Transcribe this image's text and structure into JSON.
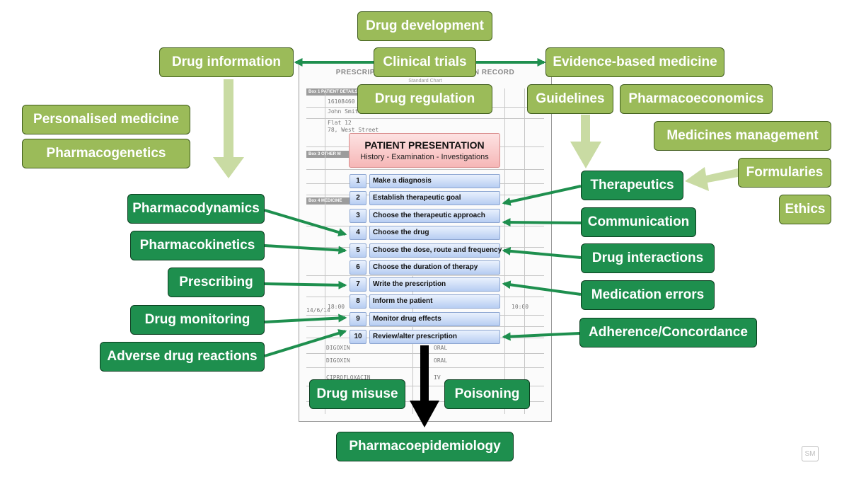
{
  "chart_background": {
    "title": "PRESCRIPTION AND ADMINISTRATION RECORD",
    "subtitle": "Standard Chart",
    "cells": [
      "Box 1  PATIENT DETAILS",
      "16108460",
      "John Smith",
      "Flat 12",
      "78, West Street",
      "Box 3  OTHER M",
      "Box 4  MEDICINE",
      "14/6/14",
      "DIGOXIN",
      "DIGOXIN",
      "CIPROFLOXACIN",
      "ORAL",
      "ORAL",
      "IV",
      "10:00",
      "18:00"
    ]
  },
  "center": {
    "presentation": {
      "title": "PATIENT PRESENTATION",
      "subtitle": "History - Examination - Investigations"
    },
    "steps": [
      {
        "num": "1",
        "label": "Make a diagnosis"
      },
      {
        "num": "2",
        "label": "Establish therapeutic goal"
      },
      {
        "num": "3",
        "label": "Choose the therapeutic approach"
      },
      {
        "num": "4",
        "label": "Choose the drug"
      },
      {
        "num": "5",
        "label": "Choose the dose, route and frequency"
      },
      {
        "num": "6",
        "label": "Choose the duration of therapy"
      },
      {
        "num": "7",
        "label": "Write the prescription"
      },
      {
        "num": "8",
        "label": "Inform the patient"
      },
      {
        "num": "9",
        "label": "Monitor drug effects"
      },
      {
        "num": "10",
        "label": "Review/alter prescription"
      }
    ]
  },
  "topics_light": [
    {
      "label": "Drug development"
    },
    {
      "label": "Clinical trials"
    },
    {
      "label": "Drug regulation"
    },
    {
      "label": "Drug information"
    },
    {
      "label": "Evidence-based medicine"
    },
    {
      "label": "Guidelines"
    },
    {
      "label": "Pharmacoeconomics"
    },
    {
      "label": "Medicines management"
    },
    {
      "label": "Formularies"
    },
    {
      "label": "Ethics"
    },
    {
      "label": "Personalised medicine"
    },
    {
      "label": "Pharmacogenetics"
    }
  ],
  "topics_dark": [
    {
      "label": "Pharmacodynamics"
    },
    {
      "label": "Pharmacokinetics"
    },
    {
      "label": "Prescribing"
    },
    {
      "label": "Drug monitoring"
    },
    {
      "label": "Adverse drug reactions"
    },
    {
      "label": "Therapeutics"
    },
    {
      "label": "Communication"
    },
    {
      "label": "Drug interactions"
    },
    {
      "label": "Medication errors"
    },
    {
      "label": "Adherence/Concordance"
    },
    {
      "label": "Drug misuse"
    },
    {
      "label": "Poisoning"
    },
    {
      "label": "Pharmacoepidemiology"
    }
  ],
  "logo": {
    "text": "SM"
  },
  "colors": {
    "light_green": "#9bbb59",
    "dark_green": "#1e8f4e",
    "pale_arrow": "#c9dba3",
    "step_blue": "#b7cdf2",
    "presentation_pink": "#f6b7b7"
  }
}
